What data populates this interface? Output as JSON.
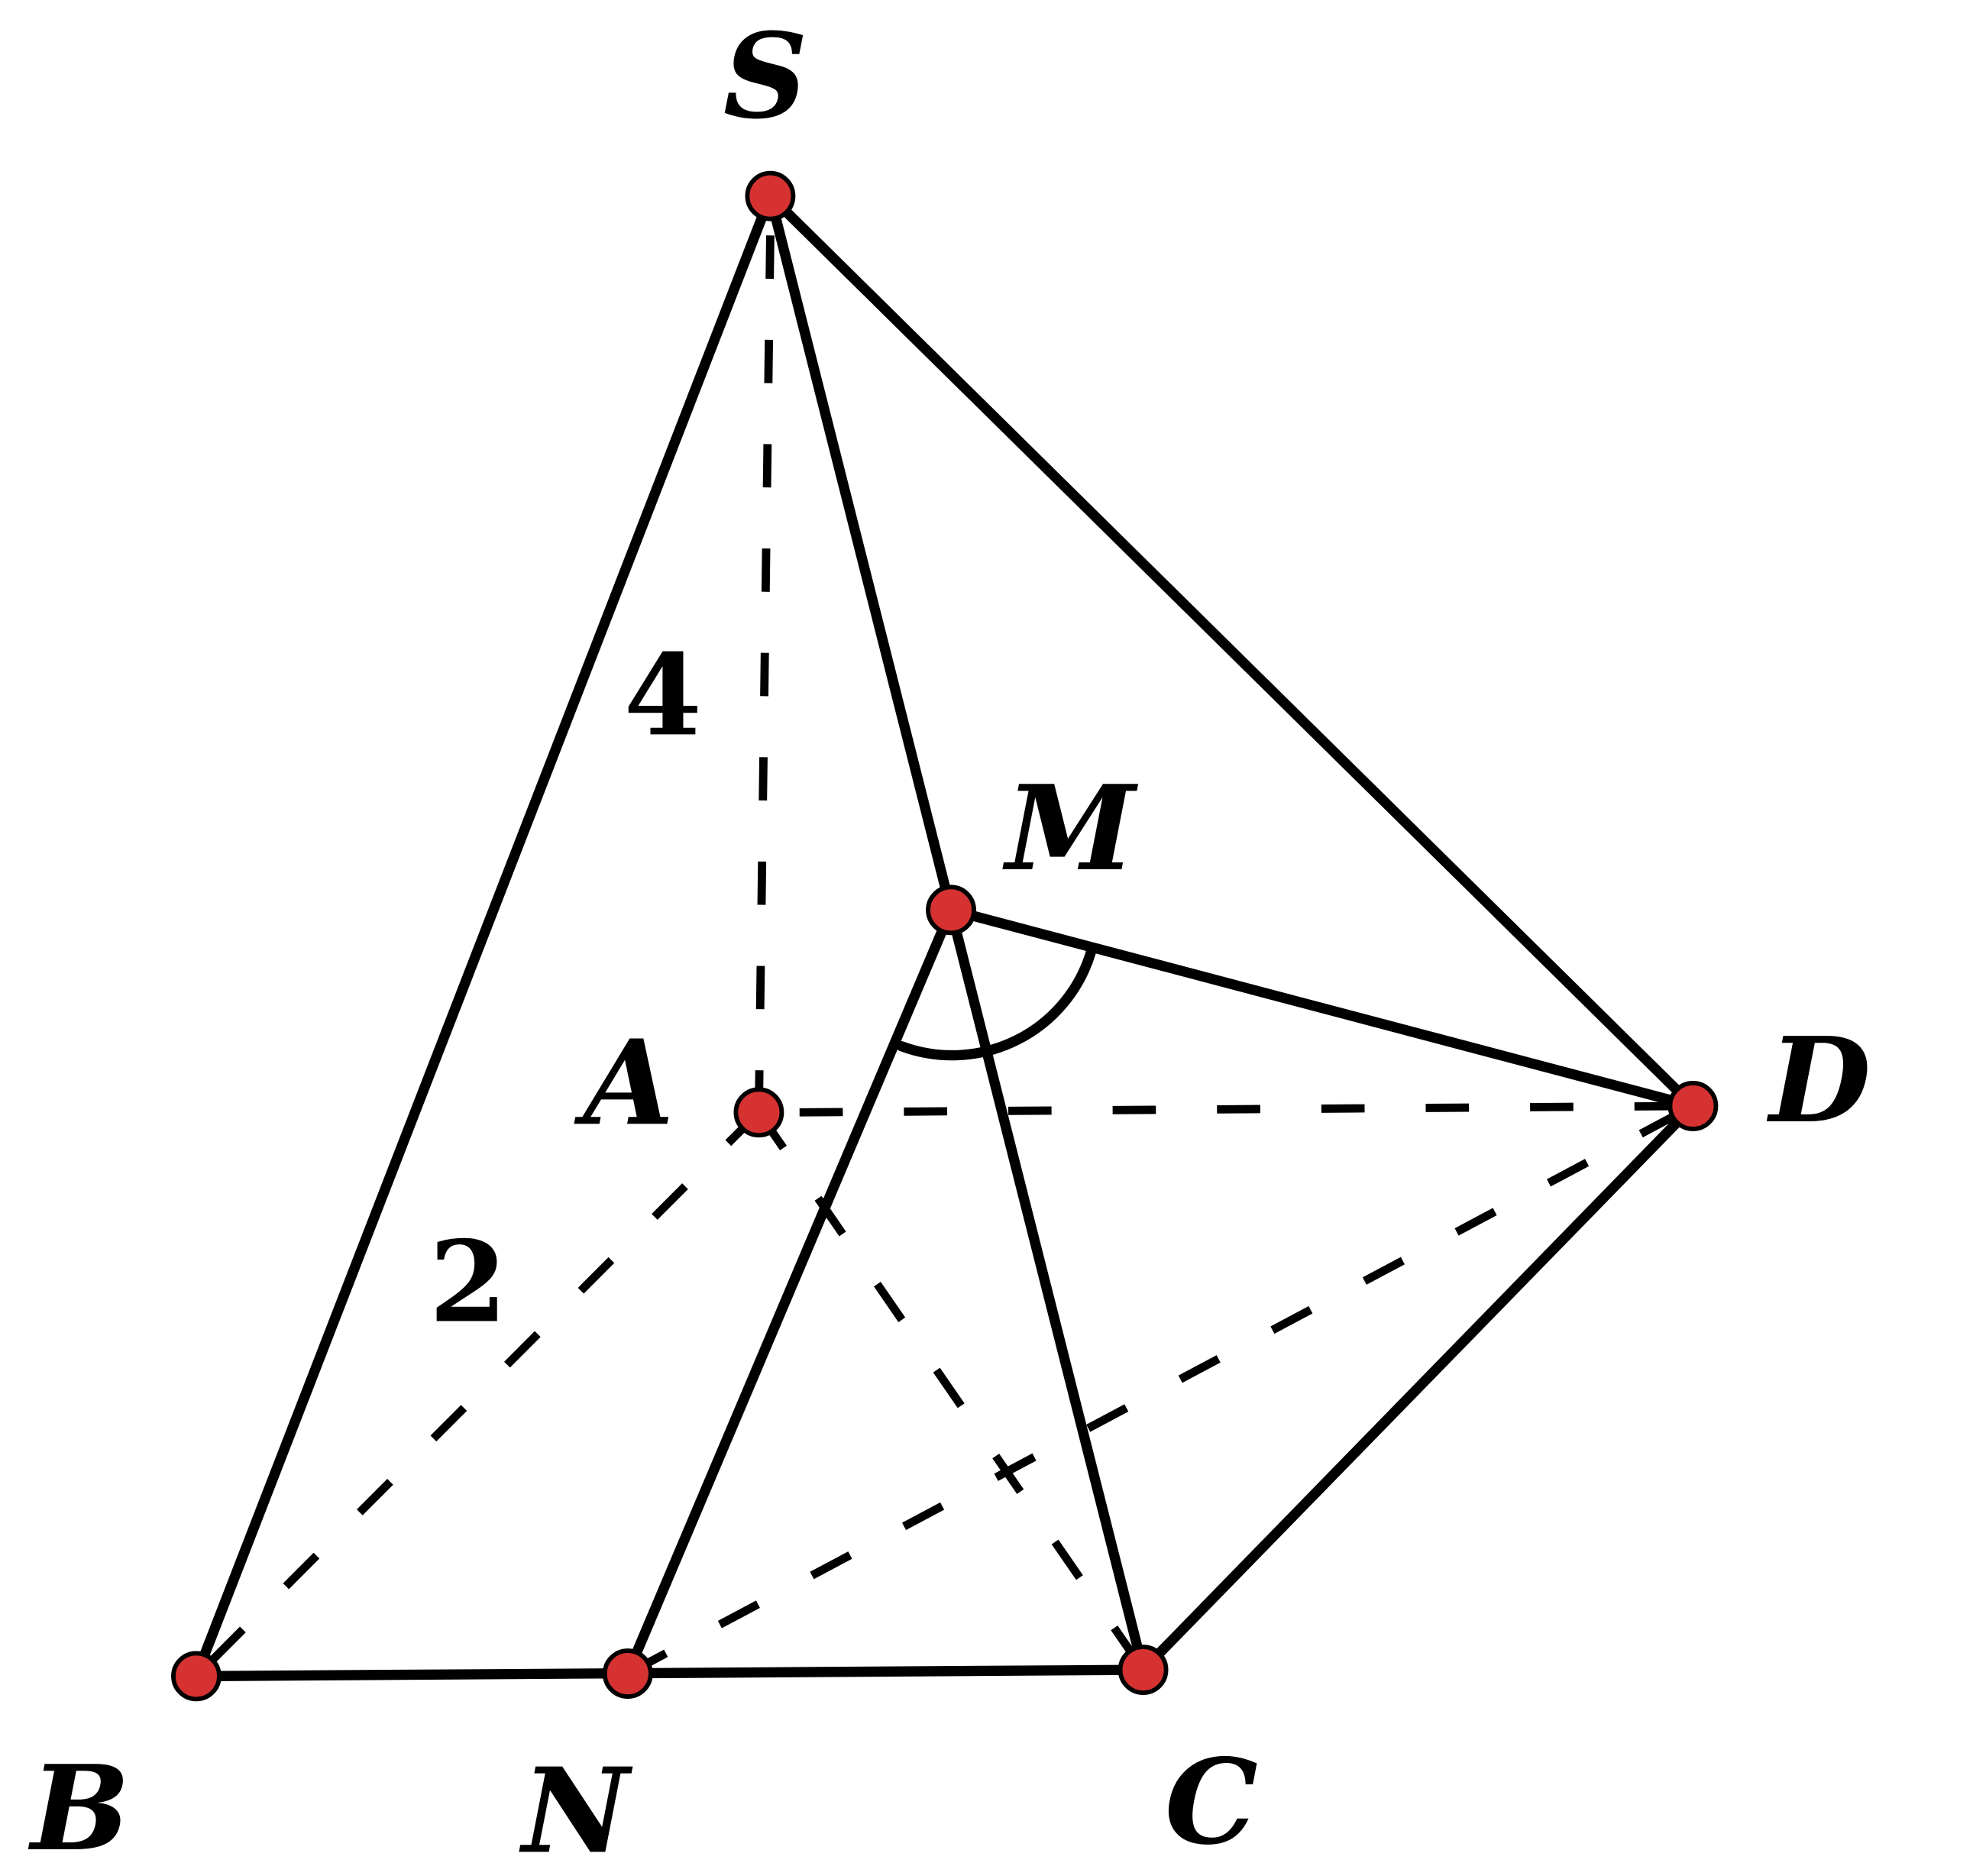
{
  "figure": {
    "type": "pyramid S.ABCD",
    "points": {
      "S": {
        "label": "S"
      },
      "A": {
        "label": "A"
      },
      "B": {
        "label": "B"
      },
      "C": {
        "label": "C"
      },
      "D": {
        "label": "D"
      },
      "M": {
        "label": "M"
      },
      "N": {
        "label": "N"
      }
    },
    "measures": {
      "SA": "4",
      "AB": "2"
    },
    "point_color": "#d63232"
  }
}
